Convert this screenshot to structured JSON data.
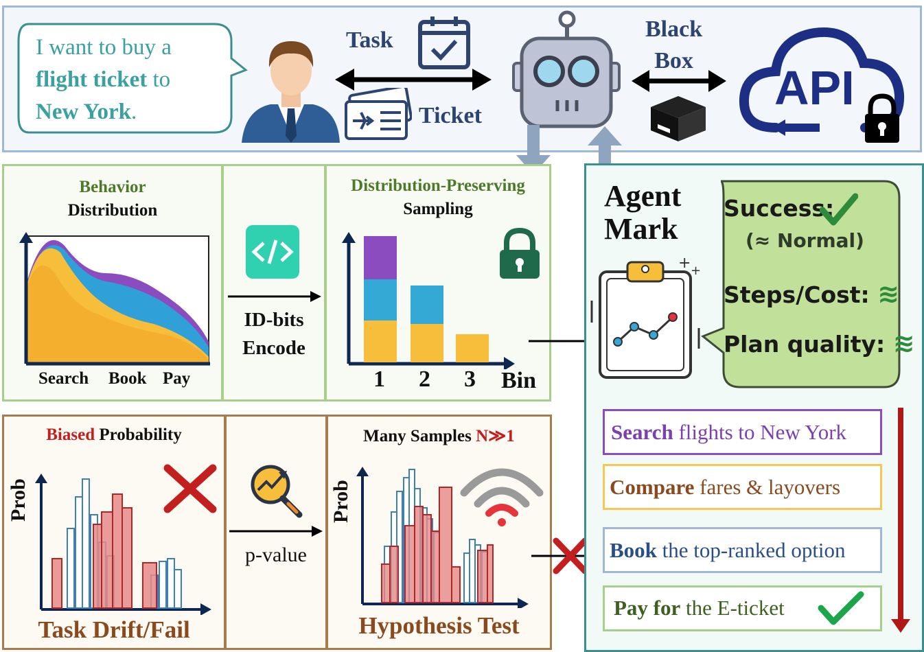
{
  "top": {
    "speech_normal_1": "I want to buy a",
    "speech_bold": "flight ticket",
    "speech_normal_2": " to",
    "speech_city": "New York",
    "speech_period": ".",
    "task_label": "Task",
    "ticket_label": "Ticket",
    "black_box_line1": "Black",
    "black_box_line2": "Box",
    "api_label": "API"
  },
  "behavior": {
    "title_line1": "Behavior",
    "title_line2": "Distribution",
    "x_labels": [
      "Search",
      "Book",
      "Pay"
    ]
  },
  "encode": {
    "label_line1": "ID-bits",
    "label_line2": "Encode"
  },
  "sampling": {
    "title_line1": "Distribution-Preserving",
    "title_line2": "Sampling",
    "bins": [
      "1",
      "2",
      "3"
    ],
    "axis_label": "Bin"
  },
  "agentmark": {
    "title_line1": "Agent",
    "title_line2": "Mark",
    "success_label": "Success:",
    "success_note": "(≈ Normal)",
    "steps_label": "Steps/Cost:",
    "steps_symbol": "≋",
    "plan_label": "Plan quality:",
    "plan_symbol": "≋"
  },
  "steps": [
    {
      "bold": "Search",
      "rest": " flights to New York",
      "color": "#7a3fb0"
    },
    {
      "bold": "Compare",
      "rest": " fares & layovers",
      "color": "#8a4a1e"
    },
    {
      "bold": "Book",
      "rest": " the top-ranked option",
      "color": "#2a4f86"
    },
    {
      "bold": "Pay for",
      "rest": " the E-ticket",
      "color": "#3f5f1f"
    }
  ],
  "biased": {
    "title_red": "Biased",
    "title_rest": " Probability",
    "y_label": "Prob",
    "footer": "Task Drift/Fail"
  },
  "pvalue": {
    "label": "p-value"
  },
  "samples": {
    "title": "Many Samples ",
    "title_red": "N≫1",
    "y_label": "Prob",
    "footer": "Hypothesis Test"
  },
  "colors": {
    "navy": "#2d4471",
    "teal": "#3a8f8f",
    "green_border": "#a8cf8a",
    "brown_border": "#a97a4c",
    "red": "#c41f1f",
    "purple": "#8a4cbf",
    "blue": "#35a9d6",
    "yellow": "#f6be3a"
  }
}
